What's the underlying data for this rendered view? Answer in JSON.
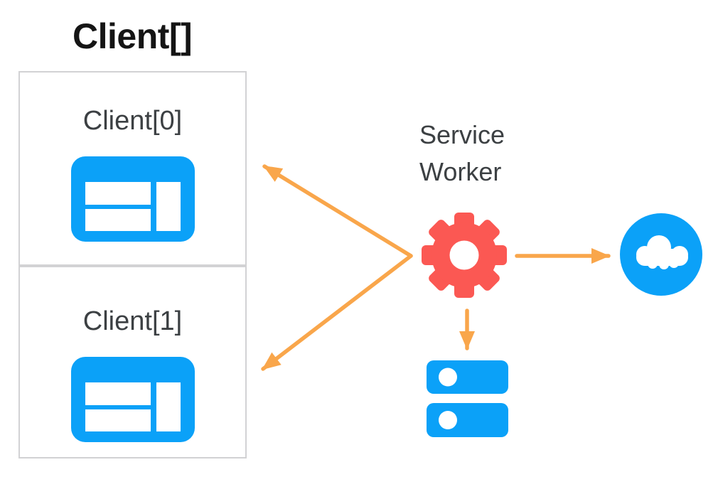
{
  "diagram": {
    "title": "Client[]",
    "clients": [
      {
        "label": "Client[0]",
        "icon": "browser-window-icon"
      },
      {
        "label": "Client[1]",
        "icon": "browser-window-icon"
      }
    ],
    "service_worker": {
      "label": "Service Worker",
      "icon": "gear-icon"
    },
    "network": {
      "icon": "cloud-icon"
    },
    "storage": {
      "icon": "server-stack-icon"
    },
    "arrows": [
      {
        "name": "service-worker-to-client0",
        "direction": "up-left"
      },
      {
        "name": "service-worker-to-client1",
        "direction": "down-left"
      },
      {
        "name": "service-worker-to-cloud",
        "direction": "right"
      },
      {
        "name": "service-worker-to-storage",
        "direction": "down"
      }
    ]
  },
  "colors": {
    "blue": "#0BA1F8",
    "red": "#FB5853",
    "orange": "#F9A64B",
    "box_border": "#D2D2D4",
    "label_text": "#3C4043",
    "title_text": "#151515",
    "canvas_bg": "#FFFFFF"
  }
}
